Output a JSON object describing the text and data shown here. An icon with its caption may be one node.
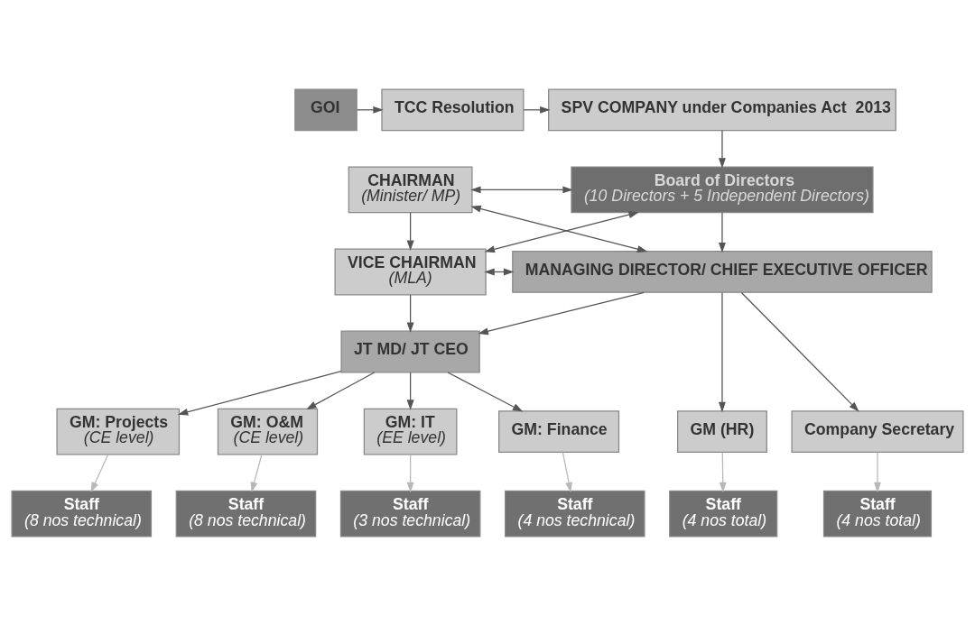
{
  "diagram": {
    "nodes": [
      {
        "text": [
          "GOI"
        ]
      },
      {
        "text": [
          "TCC Resolution"
        ]
      },
      {
        "text": [
          "SPV COMPANY under Companies Act  2013"
        ]
      },
      {
        "text": [
          "CHAIRMAN",
          "(Minister/ MP)"
        ]
      },
      {
        "text": [
          "Board of Directors",
          "(10 Directors + 5 Independent Directors)"
        ]
      },
      {
        "text": [
          "VICE CHAIRMAN",
          "(MLA)"
        ]
      },
      {
        "text": [
          "MANAGING DIRECTOR/ CHIEF EXECUTIVE OFFICER"
        ]
      },
      {
        "text": [
          "JT MD/ JT CEO"
        ]
      },
      {
        "text": [
          "GM: Projects",
          "(CE level)"
        ]
      },
      {
        "text": [
          "GM: O&M",
          "(CE level)"
        ]
      },
      {
        "text": [
          "GM: IT",
          "(EE level)"
        ]
      },
      {
        "text": [
          "GM: Finance"
        ]
      },
      {
        "text": [
          "GM (HR)"
        ]
      },
      {
        "text": [
          "Company Secretary"
        ]
      },
      {
        "text": [
          "Staff",
          "(8 nos technical)"
        ]
      },
      {
        "text": [
          "Staff",
          "(8 nos technical)"
        ]
      },
      {
        "text": [
          "Staff",
          "(3 nos technical)"
        ]
      },
      {
        "text": [
          "Staff",
          "(4 nos technical)"
        ]
      },
      {
        "text": [
          "Staff",
          "(4 nos total)"
        ]
      },
      {
        "text": [
          "Staff",
          "(4 nos total)"
        ]
      }
    ],
    "edges": [
      {
        "from": 0,
        "to": 1,
        "arrow": "to"
      },
      {
        "from": 1,
        "to": 2,
        "arrow": "to"
      },
      {
        "from": 2,
        "to": 4,
        "arrow": "to"
      },
      {
        "from": 3,
        "to": 4,
        "arrow": "both"
      },
      {
        "from": 3,
        "to": 6,
        "arrow": "both"
      },
      {
        "from": 5,
        "to": 4,
        "arrow": "both"
      },
      {
        "from": 5,
        "to": 6,
        "arrow": "both"
      },
      {
        "from": 3,
        "to": 5,
        "arrow": "to"
      },
      {
        "from": 4,
        "to": 6,
        "arrow": "to"
      },
      {
        "from": 5,
        "to": 7,
        "arrow": "to"
      },
      {
        "from": 6,
        "to": 7,
        "arrow": "to"
      },
      {
        "from": 6,
        "to": 12,
        "arrow": "to"
      },
      {
        "from": 6,
        "to": 13,
        "arrow": "to"
      },
      {
        "from": 7,
        "to": 8,
        "arrow": "to"
      },
      {
        "from": 7,
        "to": 9,
        "arrow": "to"
      },
      {
        "from": 7,
        "to": 10,
        "arrow": "to"
      },
      {
        "from": 7,
        "to": 11,
        "arrow": "to"
      },
      {
        "from": 8,
        "to": 14,
        "arrow": "to",
        "color": "#b8b8b8"
      },
      {
        "from": 9,
        "to": 15,
        "arrow": "to",
        "color": "#b8b8b8"
      },
      {
        "from": 10,
        "to": 16,
        "arrow": "to",
        "color": "#b8b8b8"
      },
      {
        "from": 11,
        "to": 17,
        "arrow": "to",
        "color": "#b8b8b8"
      },
      {
        "from": 12,
        "to": 18,
        "arrow": "to",
        "color": "#b8b8b8"
      },
      {
        "from": 13,
        "to": 19,
        "arrow": "to",
        "color": "#b8b8b8"
      }
    ]
  }
}
